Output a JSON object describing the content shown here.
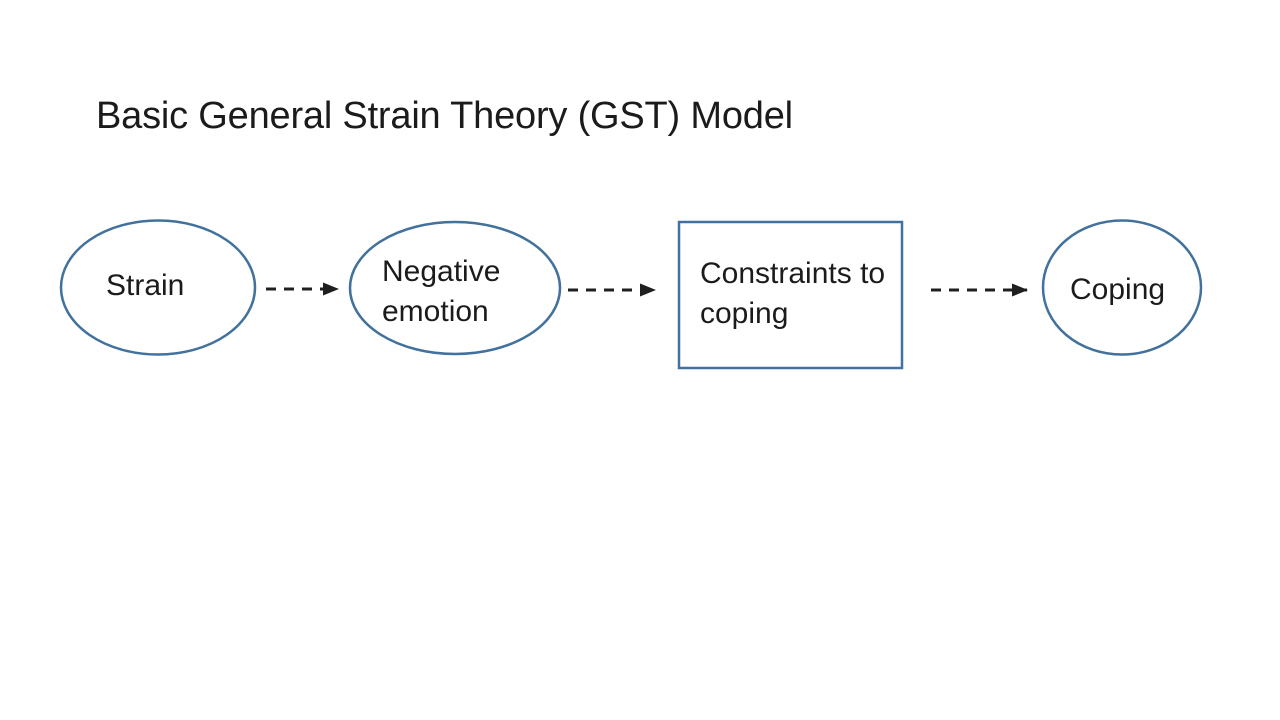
{
  "title": "Basic General Strain Theory (GST) Model",
  "colors": {
    "background": "#ffffff",
    "shape_outline": "#41719c",
    "arrow": "#1f1f1f",
    "text": "#1b1b1b"
  },
  "nodes": {
    "strain": {
      "label": "Strain",
      "shape": "ellipse"
    },
    "negative_emotion": {
      "label": "Negative emotion",
      "shape": "ellipse"
    },
    "constraints": {
      "label": "Constraints to coping",
      "shape": "rectangle"
    },
    "coping": {
      "label": "Coping",
      "shape": "ellipse"
    }
  },
  "connections": [
    {
      "from": "strain",
      "to": "negative_emotion",
      "style": "dashed-arrow"
    },
    {
      "from": "negative_emotion",
      "to": "constraints",
      "style": "dashed-arrow"
    },
    {
      "from": "constraints",
      "to": "coping",
      "style": "dashed-arrow"
    }
  ]
}
